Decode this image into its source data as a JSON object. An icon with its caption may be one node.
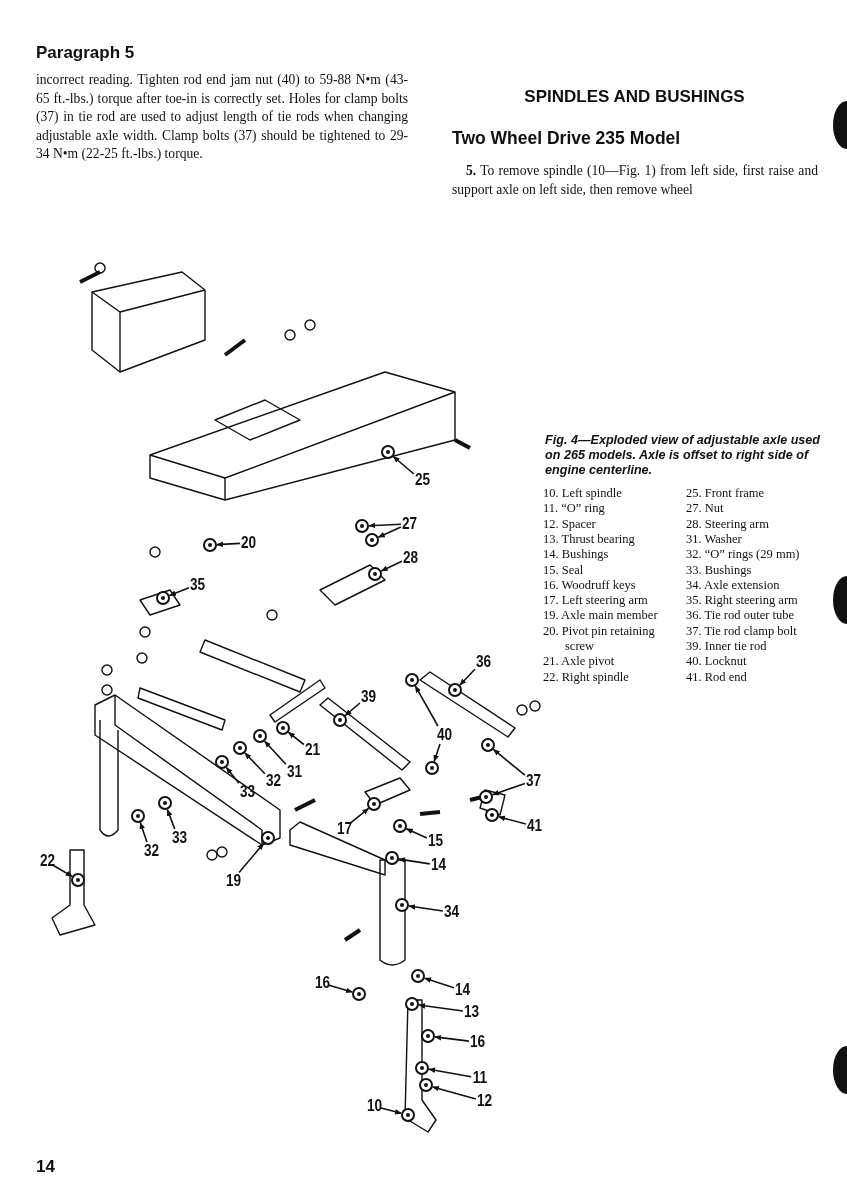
{
  "diagram": {
    "caption": "Fig. 4—Exploded view of adjustable axle used on 265 models. Axle is offset to right side of engine centerline.",
    "nodes": [
      {
        "text": [
          "25"
        ]
      },
      {
        "text": [
          "27"
        ]
      },
      {
        "text": [
          "20"
        ]
      },
      {
        "text": [
          "28"
        ]
      },
      {
        "text": [
          "35"
        ]
      },
      {
        "text": [
          "36"
        ]
      },
      {
        "text": [
          "39"
        ]
      },
      {
        "text": [
          "40"
        ]
      },
      {
        "text": [
          "21"
        ]
      },
      {
        "text": [
          "31"
        ]
      },
      {
        "text": [
          "32"
        ]
      },
      {
        "text": [
          "33"
        ]
      },
      {
        "text": [
          "37"
        ]
      },
      {
        "text": [
          "41"
        ]
      },
      {
        "text": [
          "17"
        ]
      },
      {
        "text": [
          "15"
        ]
      },
      {
        "text": [
          "32"
        ]
      },
      {
        "text": [
          "33"
        ]
      },
      {
        "text": [
          "19"
        ]
      },
      {
        "text": [
          "22"
        ]
      },
      {
        "text": [
          "14"
        ]
      },
      {
        "text": [
          "34"
        ]
      },
      {
        "text": [
          "16"
        ]
      },
      {
        "text": [
          "14"
        ]
      },
      {
        "text": [
          "13"
        ]
      },
      {
        "text": [
          "16"
        ]
      },
      {
        "text": [
          "11"
        ]
      },
      {
        "text": [
          "12"
        ]
      },
      {
        "text": [
          "10"
        ]
      },
      {
        "text": [],
        "shape": "picture"
      },
      {
        "text": [],
        "shape": "picture"
      },
      {
        "text": [],
        "shape": "picture"
      },
      {
        "text": [],
        "shape": "picture"
      },
      {
        "text": [],
        "shape": "picture"
      },
      {
        "text": [],
        "shape": "picture"
      },
      {
        "text": [],
        "shape": "picture"
      },
      {
        "text": [],
        "shape": "picture"
      },
      {
        "text": [],
        "shape": "picture"
      },
      {
        "text": [],
        "shape": "picture"
      },
      {
        "text": [],
        "shape": "picture"
      },
      {
        "text": [],
        "shape": "picture"
      },
      {
        "text": [],
        "shape": "picture"
      },
      {
        "text": [],
        "shape": "picture"
      },
      {
        "text": [],
        "shape": "picture"
      },
      {
        "text": [],
        "shape": "picture"
      },
      {
        "text": [],
        "shape": "picture"
      },
      {
        "text": [],
        "shape": "picture"
      },
      {
        "text": [],
        "shape": "picture"
      },
      {
        "text": [],
        "shape": "picture"
      },
      {
        "text": [],
        "shape": "picture"
      },
      {
        "text": [],
        "shape": "picture"
      },
      {
        "text": [],
        "shape": "picture"
      },
      {
        "text": [],
        "shape": "picture"
      },
      {
        "text": [],
        "shape": "picture"
      },
      {
        "text": [],
        "shape": "picture"
      },
      {
        "text": [],
        "shape": "picture"
      },
      {
        "text": [],
        "shape": "picture"
      },
      {
        "text": [],
        "shape": "picture"
      },
      {
        "text": [],
        "shape": "picture"
      },
      {
        "text": [],
        "shape": "picture"
      },
      {
        "text": [],
        "shape": "picture"
      }
    ],
    "edges": [
      {
        "from": 0,
        "to": 29,
        "arrow": "to"
      },
      {
        "from": 1,
        "to": 30,
        "arrow": "to"
      },
      {
        "from": 1,
        "to": 31,
        "arrow": "to"
      },
      {
        "from": 2,
        "to": 32,
        "arrow": "to"
      },
      {
        "from": 3,
        "to": 33,
        "arrow": "to"
      },
      {
        "from": 4,
        "to": 34,
        "arrow": "to"
      },
      {
        "from": 5,
        "to": 35,
        "arrow": "to"
      },
      {
        "from": 6,
        "to": 36,
        "arrow": "to"
      },
      {
        "from": 7,
        "to": 37,
        "arrow": "to"
      },
      {
        "from": 7,
        "to": 38,
        "arrow": "to"
      },
      {
        "from": 8,
        "to": 39,
        "arrow": "to"
      },
      {
        "from": 9,
        "to": 40,
        "arrow": "to"
      },
      {
        "from": 10,
        "to": 41,
        "arrow": "to"
      },
      {
        "from": 11,
        "to": 42,
        "arrow": "to"
      },
      {
        "from": 12,
        "to": 43,
        "arrow": "to"
      },
      {
        "from": 12,
        "to": 44,
        "arrow": "to"
      },
      {
        "from": 13,
        "to": 45,
        "arrow": "to"
      },
      {
        "from": 14,
        "to": 46,
        "arrow": "to"
      },
      {
        "from": 15,
        "to": 47,
        "arrow": "to"
      },
      {
        "from": 16,
        "to": 48,
        "arrow": "to"
      },
      {
        "from": 17,
        "to": 49,
        "arrow": "to"
      },
      {
        "from": 18,
        "to": 50,
        "arrow": "to"
      },
      {
        "from": 19,
        "to": 51,
        "arrow": "to"
      },
      {
        "from": 20,
        "to": 52,
        "arrow": "to"
      },
      {
        "from": 21,
        "to": 53,
        "arrow": "to"
      },
      {
        "from": 22,
        "to": 54,
        "arrow": "to"
      },
      {
        "from": 23,
        "to": 55,
        "arrow": "to"
      },
      {
        "from": 24,
        "to": 56,
        "arrow": "to"
      },
      {
        "from": 25,
        "to": 57,
        "arrow": "to"
      },
      {
        "from": 26,
        "to": 58,
        "arrow": "to"
      },
      {
        "from": 27,
        "to": 59,
        "arrow": "to"
      },
      {
        "from": 28,
        "to": 60,
        "arrow": "to"
      }
    ],
    "labels": [
      "Paragraph 5",
      "incorrect reading. Tighten rod end jam nut (40) to 59-88 N•m (43-65 ft.-lbs.) torque after toe-in is correctly set. Holes for clamp bolts (37) in tie rod are used to adjust length of tie rods when changing adjustable axle width. Clamp bolts (37) should be tightened to 29-34 N•m (22-25 ft.-lbs.) torque.",
      "SPINDLES AND BUSHINGS",
      "Two Wheel Drive 235 Model",
      "**5.** To remove spindle (10—Fig. 1) from left side, first raise and support axle on left side, then remove wheel",
      "10. Left spindle",
      "11. “O” ring",
      "12. Spacer",
      "13. Thrust bearing",
      "14. Bushings",
      "15. Seal",
      "16. Woodruff keys",
      "17. Left steering arm",
      "19. Axle main member",
      "20. Pivot pin retaining screw",
      "21. Axle pivot",
      "22. Right spindle",
      "25. Front frame",
      "27. Nut",
      "28. Steering arm",
      "31. Washer",
      "32. “O” rings (29 mm)",
      "33. Bushings",
      "34. Axle extension",
      "35. Right steering arm",
      "36. Tie rod outer tube",
      "37. Tie rod clamp bolt",
      "39. Inner tie rod",
      "40. Locknut",
      "41. Rod end",
      "14"
    ]
  }
}
